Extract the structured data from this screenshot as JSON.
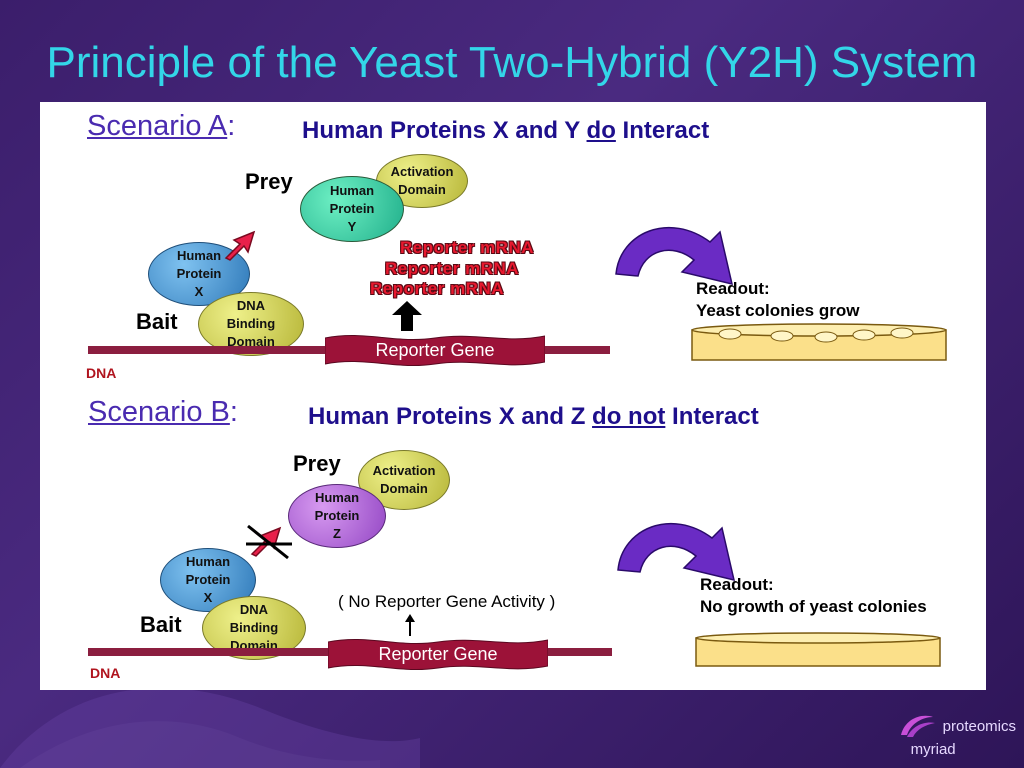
{
  "title": "Principle of the Yeast Two-Hybrid (Y2H) System",
  "scenario_a": {
    "heading": "Scenario A",
    "colon": ":",
    "sub_pre": "Human Proteins X and Y",
    "sub_em": "do",
    "sub_post": "Interact",
    "prey_label": "Prey",
    "bait_label": "Bait",
    "activation_domain": [
      "Activation",
      "Domain"
    ],
    "protein_y": [
      "Human",
      "Protein",
      "Y"
    ],
    "protein_x": [
      "Human",
      "Protein",
      "X"
    ],
    "dna_binding": [
      "DNA",
      "Binding",
      "Domain"
    ],
    "mrna": [
      "Reporter mRNA",
      "Reporter mRNA",
      "Reporter mRNA"
    ],
    "reporter_gene": "Reporter Gene",
    "dna_label": "DNA",
    "readout_title": "Readout:",
    "readout_text": "Yeast colonies grow"
  },
  "scenario_b": {
    "heading": "Scenario B",
    "colon": ":",
    "sub_pre": "Human Proteins X and Z",
    "sub_em": "do not",
    "sub_post": "Interact",
    "prey_label": "Prey",
    "bait_label": "Bait",
    "activation_domain": [
      "Activation",
      "Domain"
    ],
    "protein_z": [
      "Human",
      "Protein",
      "Z"
    ],
    "protein_x": [
      "Human",
      "Protein",
      "X"
    ],
    "dna_binding": [
      "DNA",
      "Binding",
      "Domain"
    ],
    "no_activity": "( No Reporter Gene Activity )",
    "reporter_gene": "Reporter Gene",
    "dna_label": "DNA",
    "readout_title": "Readout:",
    "readout_text": "No growth of yeast colonies"
  },
  "brand": {
    "line1": "proteomics",
    "line2": "myriad"
  },
  "colors": {
    "title": "#33d6e8",
    "dna": "#8b1e3f",
    "mrna": "#e8182e",
    "arrow": "#6a2bc4",
    "dish": "#fbe08a"
  }
}
